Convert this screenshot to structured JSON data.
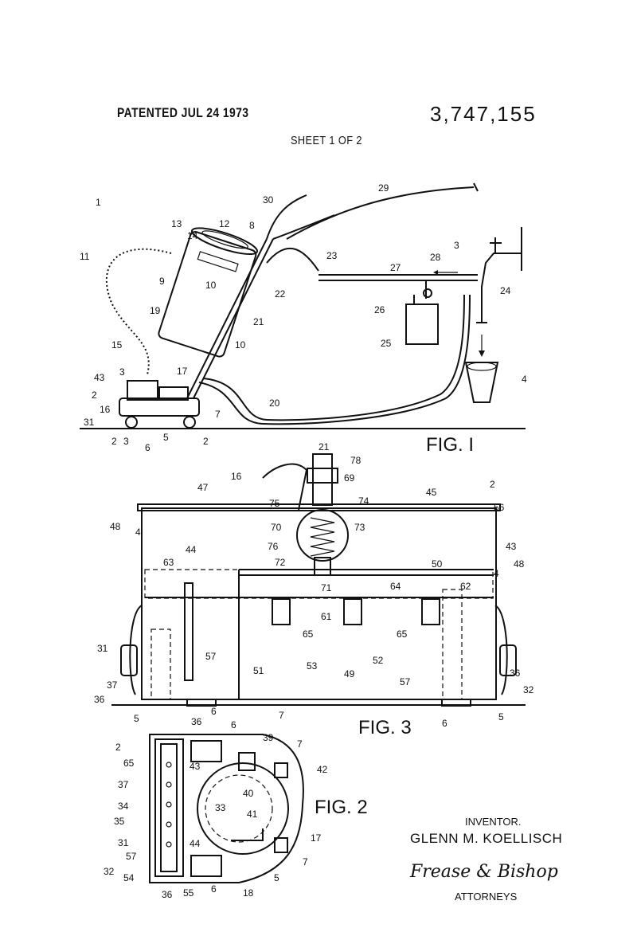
{
  "header": {
    "patented": "PATENTED JUL 24 1973",
    "patent_number": "3,747,155",
    "sheet": "SHEET 1 OF 2"
  },
  "figures": {
    "fig1": "FIG. I",
    "fig2": "FIG. 2",
    "fig3": "FIG. 3"
  },
  "fig1_refs": [
    "1",
    "13",
    "12",
    "14",
    "11",
    "9",
    "10",
    "8",
    "30",
    "29",
    "3",
    "23",
    "27",
    "28",
    "24",
    "22",
    "19",
    "21",
    "10",
    "26",
    "25",
    "15",
    "3",
    "17",
    "43",
    "2",
    "16",
    "20",
    "4",
    "31",
    "7",
    "5",
    "2",
    "3",
    "6",
    "2"
  ],
  "fig3_refs": [
    "21",
    "78",
    "16",
    "2",
    "69",
    "47",
    "45",
    "56",
    "75",
    "74",
    "48",
    "70",
    "73",
    "4",
    "43",
    "76",
    "44",
    "72",
    "50",
    "48",
    "63",
    "71",
    "64",
    "62",
    "4",
    "61",
    "65",
    "65",
    "31",
    "57",
    "51",
    "52",
    "53",
    "49",
    "57",
    "36",
    "37",
    "36",
    "32",
    "6",
    "7",
    "6",
    "5",
    "5"
  ],
  "fig2_refs": [
    "36",
    "6",
    "2",
    "39",
    "7",
    "65",
    "43",
    "42",
    "37",
    "40",
    "34",
    "33",
    "35",
    "41",
    "17",
    "44",
    "31",
    "57",
    "7",
    "32",
    "54",
    "36",
    "55",
    "6",
    "18",
    "5"
  ],
  "signature": {
    "inventor_title": "INVENTOR.",
    "inventor_name": "GLENN M. KOELLISCH",
    "attorney_firm": "Frease & Bishop",
    "attorneys_label": "ATTORNEYS"
  }
}
